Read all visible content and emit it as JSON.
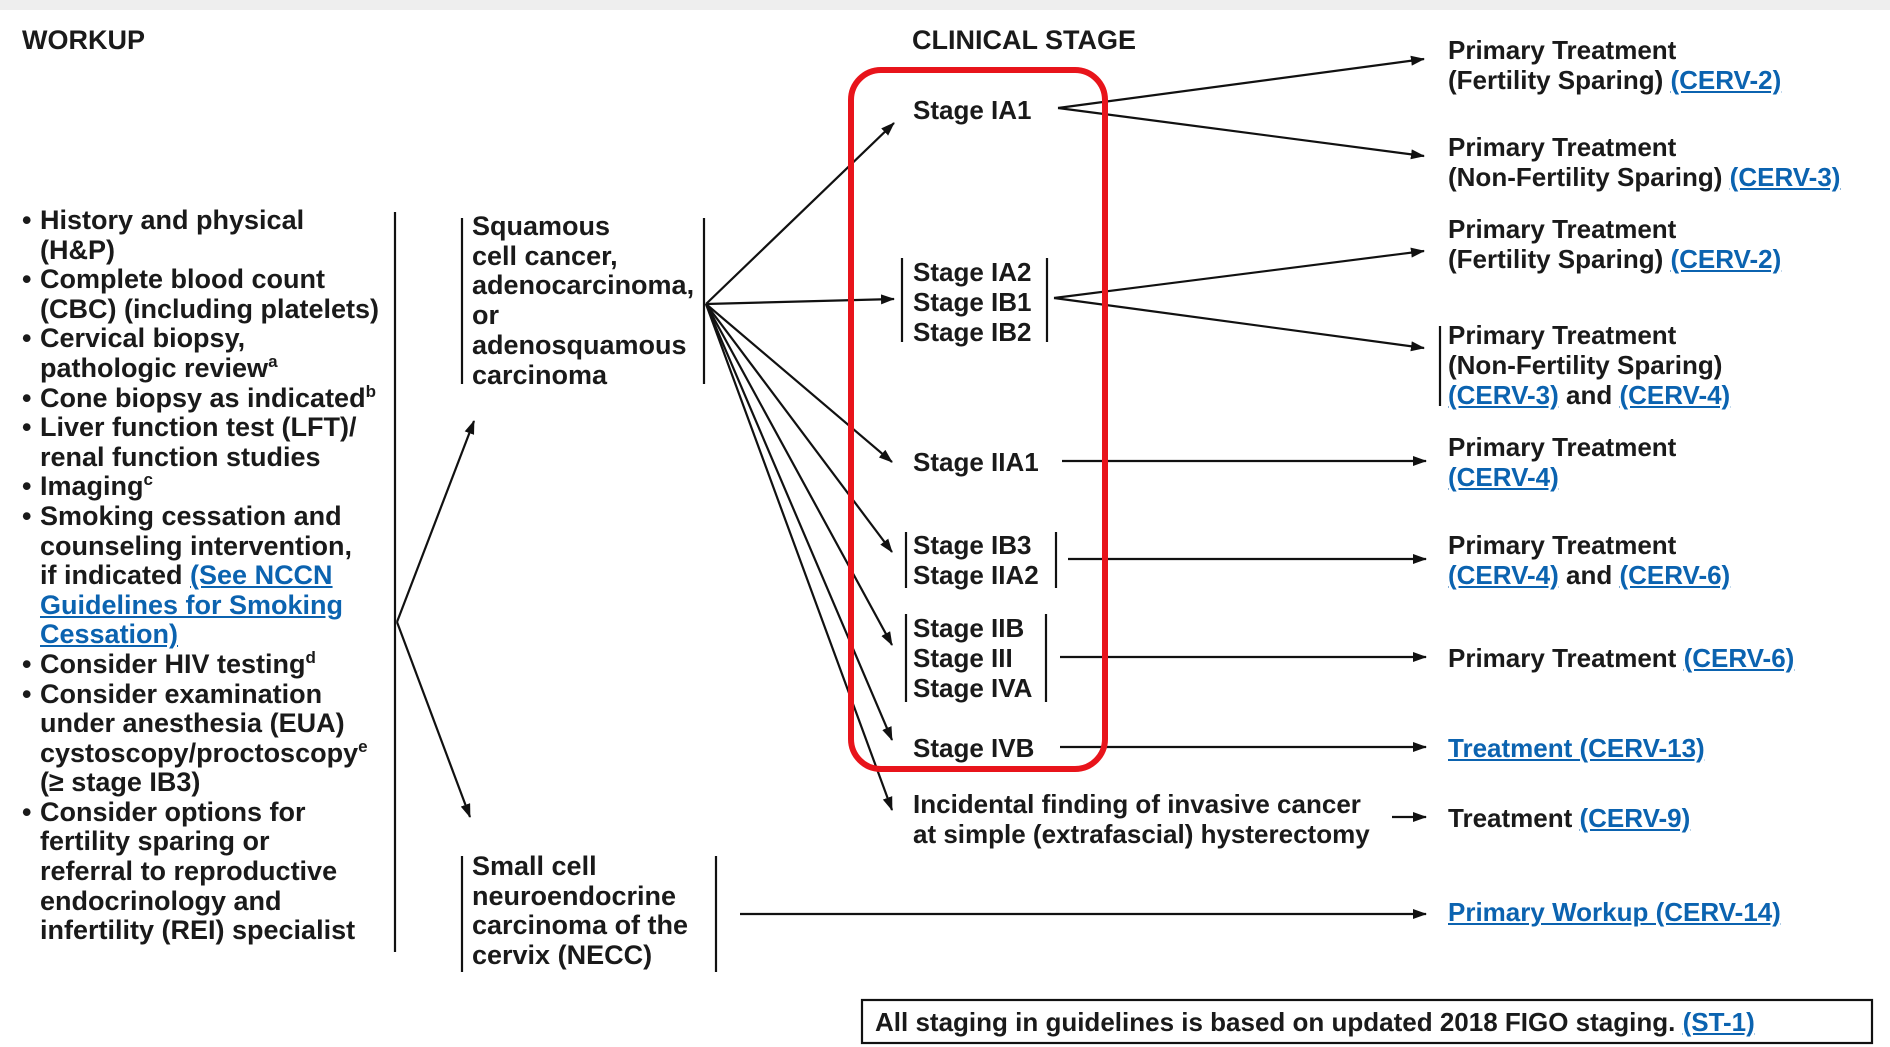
{
  "headers": {
    "workup": "WORKUP",
    "clinical_stage": "CLINICAL STAGE"
  },
  "workup_items": [
    {
      "lines": [
        "History and physical",
        "(H&P)"
      ]
    },
    {
      "lines": [
        "Complete blood count",
        "(CBC) (including platelets)"
      ]
    },
    {
      "lines": [
        "Cervical biopsy,",
        "pathologic review"
      ],
      "sup": "a"
    },
    {
      "lines": [
        "Cone biopsy as indicated"
      ],
      "sup": "b"
    },
    {
      "lines": [
        "Liver function test (LFT)/",
        "renal function studies"
      ]
    },
    {
      "lines": [
        "Imaging"
      ],
      "sup": "c"
    },
    {
      "lines": [
        "Smoking cessation and",
        "counseling intervention,",
        "if indicated "
      ],
      "link_lines": [
        "(See NCCN ",
        "Guidelines for Smoking ",
        "Cessation)"
      ]
    },
    {
      "lines": [
        "Consider HIV testing"
      ],
      "sup": "d"
    },
    {
      "lines": [
        "Consider examination",
        "under anesthesia (EUA)",
        "cystoscopy/proctoscopy"
      ],
      "sup": "e",
      "after": "(≥ stage IB3)"
    },
    {
      "lines": [
        "Consider options for",
        "fertility sparing or",
        "referral to reproductive",
        "endocrinology and",
        "infertility (REI) specialist"
      ]
    }
  ],
  "histology": {
    "squamous": [
      "Squamous",
      "cell cancer,",
      "adenocarcinoma,",
      "or",
      "adenosquamous",
      "carcinoma"
    ],
    "necc": [
      "Small cell",
      "neuroendocrine",
      "carcinoma of the",
      "cervix (NECC)"
    ]
  },
  "stages": {
    "ia1": "Stage IA1",
    "group_ia2": [
      "Stage IA2",
      "Stage IB1",
      "Stage IB2"
    ],
    "iia1": "Stage IIA1",
    "group_ib3": [
      "Stage IB3",
      "Stage IIA2"
    ],
    "group_iib": [
      "Stage IIB",
      "Stage III",
      "Stage IVA"
    ],
    "ivb": "Stage IVB",
    "incidental": [
      "Incidental finding of invasive cancer",
      "at simple (extrafascial) hysterectomy"
    ]
  },
  "treatments": {
    "t1": {
      "l1": "Primary Treatment",
      "l2": "(Fertility Sparing) ",
      "link": "(CERV-2)"
    },
    "t2": {
      "l1": "Primary Treatment",
      "l2": "(Non-Fertility Sparing) ",
      "link": "(CERV-3)"
    },
    "t3": {
      "l1": "Primary Treatment",
      "l2": "(Fertility Sparing) ",
      "link": "(CERV-2)"
    },
    "t4": {
      "l1": "Primary Treatment",
      "l2": "(Non-Fertility Sparing)",
      "link_a": "(CERV-3)",
      "and": " and ",
      "link_b": "(CERV-4)"
    },
    "t5": {
      "l1": "Primary Treatment",
      "link": "(CERV-4)"
    },
    "t6": {
      "l1": "Primary Treatment",
      "link_a": "(CERV-4)",
      "and": " and ",
      "link_b": "(CERV-6)"
    },
    "t7": {
      "text": "Primary Treatment ",
      "link": "(CERV-6)"
    },
    "t8": {
      "link": "Treatment (CERV-13)"
    },
    "t9": {
      "text": "Treatment ",
      "link": "(CERV-9)"
    },
    "t10": {
      "link": "Primary Workup (CERV-14)"
    }
  },
  "footnote": {
    "text": "All staging in guidelines is based on updated 2018 FIGO staging. ",
    "link": "(ST-1)"
  },
  "colors": {
    "text": "#1a1a1a",
    "link": "#0b63b0",
    "highlight": "#e8141b"
  }
}
